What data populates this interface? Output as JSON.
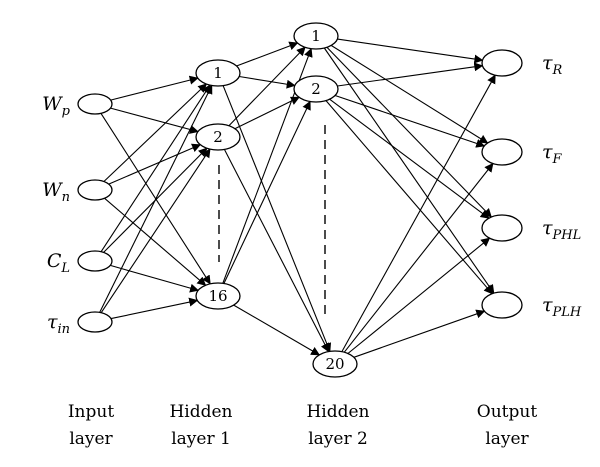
{
  "input_layer": {
    "caption": [
      "Input",
      "layer"
    ],
    "nodes": [
      {
        "id": "in-wp",
        "base": "W",
        "sub": "p"
      },
      {
        "id": "in-wn",
        "base": "W",
        "sub": "n"
      },
      {
        "id": "in-cl",
        "base": "C",
        "sub": "L"
      },
      {
        "id": "in-tin",
        "base": "τ",
        "sub": "in"
      }
    ]
  },
  "hidden_layer_1": {
    "caption": [
      "Hidden",
      "layer 1"
    ],
    "nodes": [
      {
        "id": "h1-1",
        "label": "1"
      },
      {
        "id": "h1-2",
        "label": "2"
      },
      {
        "id": "h1-16",
        "label": "16"
      }
    ]
  },
  "hidden_layer_2": {
    "caption": [
      "Hidden",
      "layer 2"
    ],
    "nodes": [
      {
        "id": "h2-1",
        "label": "1"
      },
      {
        "id": "h2-2",
        "label": "2"
      },
      {
        "id": "h2-20",
        "label": "20"
      }
    ]
  },
  "output_layer": {
    "caption": [
      "Output",
      "layer"
    ],
    "nodes": [
      {
        "id": "out-r",
        "base": "τ",
        "sub": "R"
      },
      {
        "id": "out-f",
        "base": "τ",
        "sub": "F"
      },
      {
        "id": "out-phl",
        "base": "τ",
        "sub": "PHL"
      },
      {
        "id": "out-plh",
        "base": "τ",
        "sub": "PLH"
      }
    ]
  }
}
